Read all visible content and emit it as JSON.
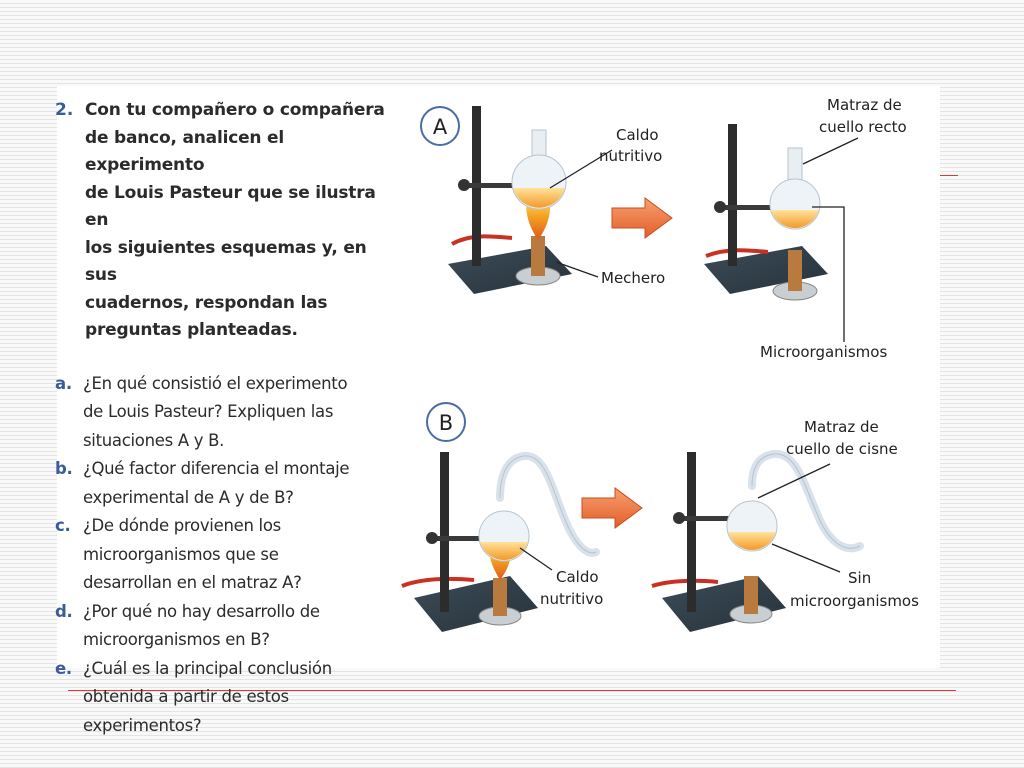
{
  "question": {
    "number": "2.",
    "text": "Con tu compañero o compañera\nde banco, analicen el experimento\nde Louis Pasteur que se ilustra en\nlos siguientes esquemas y, en sus\ncuadernos, respondan las\npreguntas planteadas.",
    "items": [
      {
        "letter": "a.",
        "text": "¿En qué consistió el experimento\nde Louis Pasteur? Expliquen las\nsituaciones A y B."
      },
      {
        "letter": "b.",
        "text": "¿Qué factor diferencia el montaje\nexperimental de A y de B?"
      },
      {
        "letter": "c.",
        "text": "¿De dónde provienen los\nmicroorganismos que se\ndesarrollan en el matraz A?"
      },
      {
        "letter": "d.",
        "text": "¿Por qué no hay desarrollo de\nmicroorganismos en B?"
      },
      {
        "letter": "e.",
        "text": "¿Cuál es la principal conclusión\nobtenida a partir de estos\nexperimentos?"
      }
    ]
  },
  "diagram": {
    "panel_a": {
      "marker": "A",
      "broth_label_1": "Caldo",
      "broth_label_2": "nutritivo",
      "burner_label": "Mechero",
      "flask_label_1": "Matraz de",
      "flask_label_2": "cuello recto",
      "microbes_label": "Microorganismos"
    },
    "panel_b": {
      "marker": "B",
      "flask_label_1": "Matraz de",
      "flask_label_2": "cuello de cisne",
      "broth_label_1": "Caldo",
      "broth_label_2": "nutritivo",
      "no_microbes_label_1": "Sin",
      "no_microbes_label_2": "microorganismos"
    }
  },
  "colors": {
    "accent_blue": "#3a5c9c",
    "slide_line_red": "#d23b3b",
    "arrow_orange": "#e8703a"
  }
}
